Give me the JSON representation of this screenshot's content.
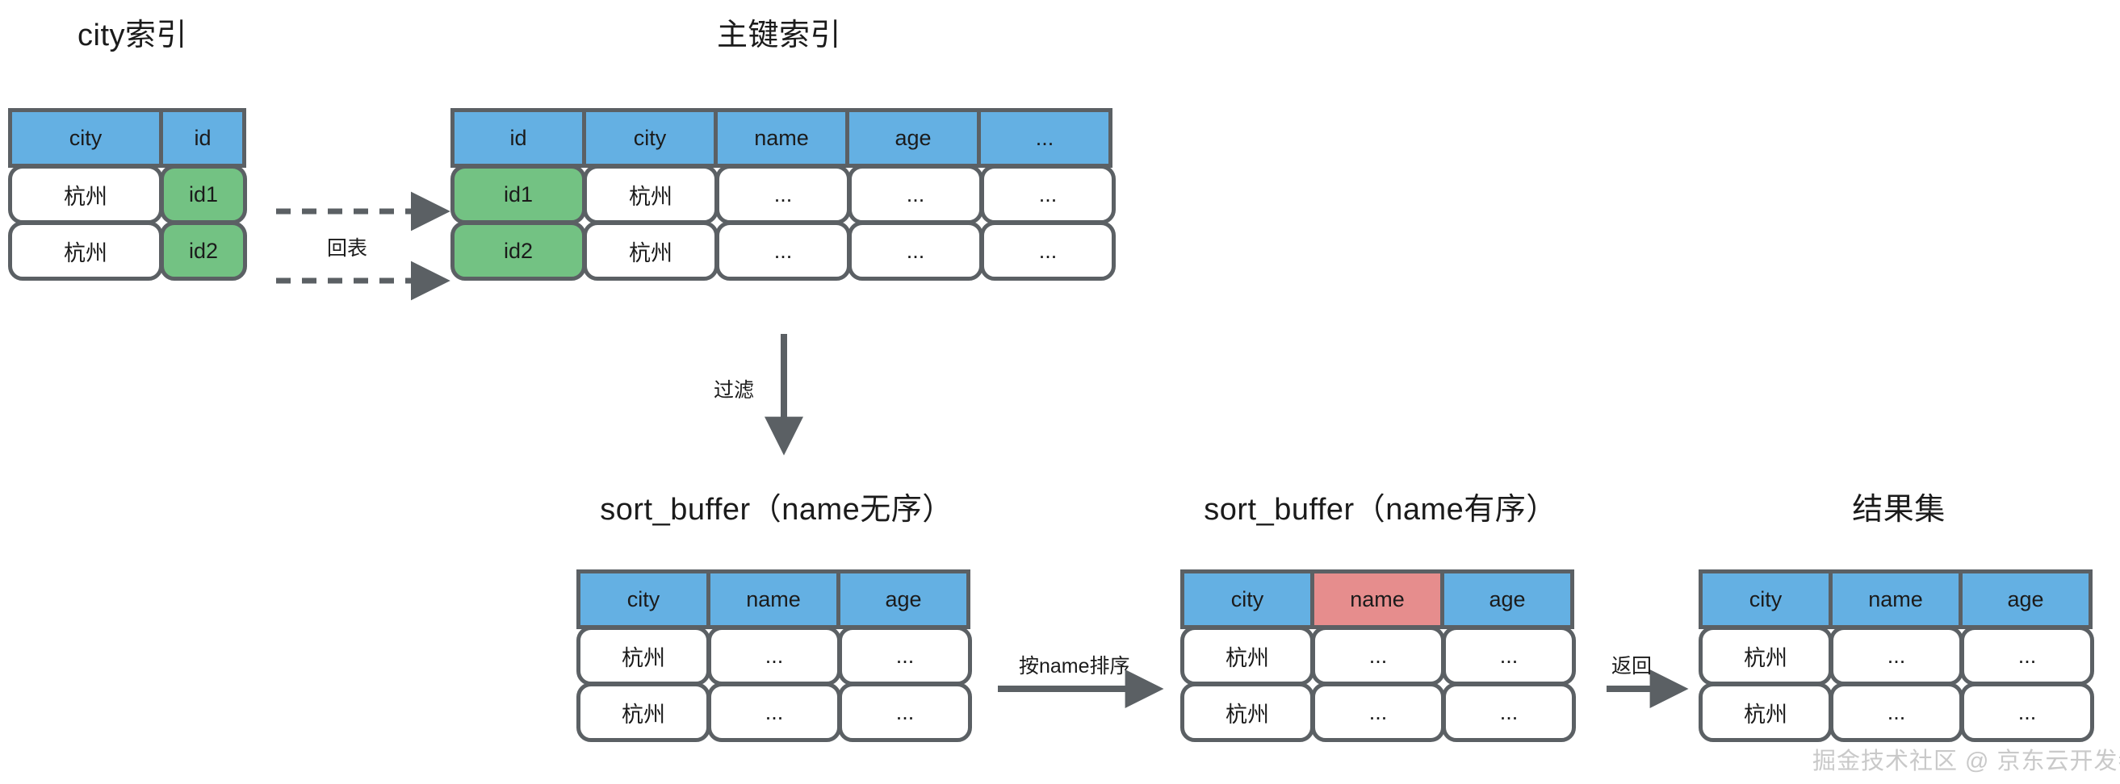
{
  "diagram": {
    "title_city_index": "city索引",
    "title_primary_index": "主键索引",
    "title_sort_buffer_unsorted": "sort_buffer（name无序）",
    "title_sort_buffer_sorted": "sort_buffer（name有序）",
    "title_result_set": "结果集"
  },
  "city_index_table": {
    "headers": [
      "city",
      "id"
    ],
    "rows": [
      [
        "杭州",
        "id1"
      ],
      [
        "杭州",
        "id2"
      ]
    ]
  },
  "primary_index_table": {
    "headers": [
      "id",
      "city",
      "name",
      "age",
      "..."
    ],
    "rows": [
      [
        "id1",
        "杭州",
        "...",
        "...",
        "..."
      ],
      [
        "id2",
        "杭州",
        "...",
        "...",
        "..."
      ]
    ]
  },
  "sort_buffer_unsorted_table": {
    "headers": [
      "city",
      "name",
      "age"
    ],
    "rows": [
      [
        "杭州",
        "...",
        "..."
      ],
      [
        "杭州",
        "...",
        "..."
      ]
    ]
  },
  "sort_buffer_sorted_table": {
    "headers": [
      "city",
      "name",
      "age"
    ],
    "highlight_header": "name",
    "rows": [
      [
        "杭州",
        "...",
        "..."
      ],
      [
        "杭州",
        "...",
        "..."
      ]
    ]
  },
  "result_set_table": {
    "headers": [
      "city",
      "name",
      "age"
    ],
    "rows": [
      [
        "杭州",
        "...",
        "..."
      ],
      [
        "杭州",
        "...",
        "..."
      ]
    ]
  },
  "arrows": {
    "lookup_label": "回表",
    "filter_label": "过滤",
    "sort_by_name_label": "按name排序",
    "return_label": "返回"
  },
  "watermark": {
    "text": "掘金技术社区 @ 京东云开发者"
  },
  "colors": {
    "header_blue": "#64b0e3",
    "header_red": "#e68d8d",
    "cell_green": "#73c283",
    "border_gray": "#5b6064",
    "text_dark": "#1b1b1b",
    "watermark_gray": "#c9c9c9"
  }
}
